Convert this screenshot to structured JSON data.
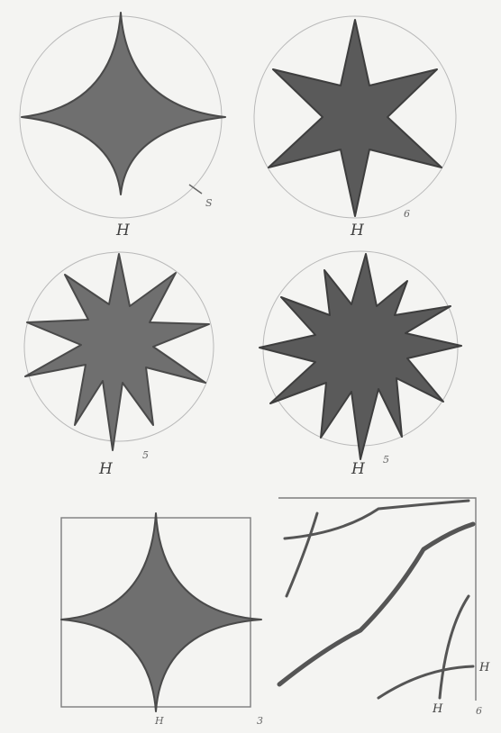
{
  "figures": [
    {
      "id": "fig-4-point",
      "label": "H",
      "mark": "S",
      "points": 4
    },
    {
      "id": "fig-6-point",
      "label": "H",
      "mark": "6",
      "points": 6
    },
    {
      "id": "fig-10-point",
      "label": "H",
      "mark": "5",
      "points": 10
    },
    {
      "id": "fig-12-point",
      "label": "H",
      "mark": "5",
      "points": 12
    },
    {
      "id": "fig-square-astroid",
      "label": "H",
      "mark": "3",
      "points": 4
    },
    {
      "id": "fig-curve-plot",
      "label_bottom": "H",
      "label_right": "H",
      "mark": "6"
    }
  ],
  "colors": {
    "paper": "#f4f4f2",
    "ink": "#5a5a5a",
    "circle": "#b9b9b9"
  }
}
